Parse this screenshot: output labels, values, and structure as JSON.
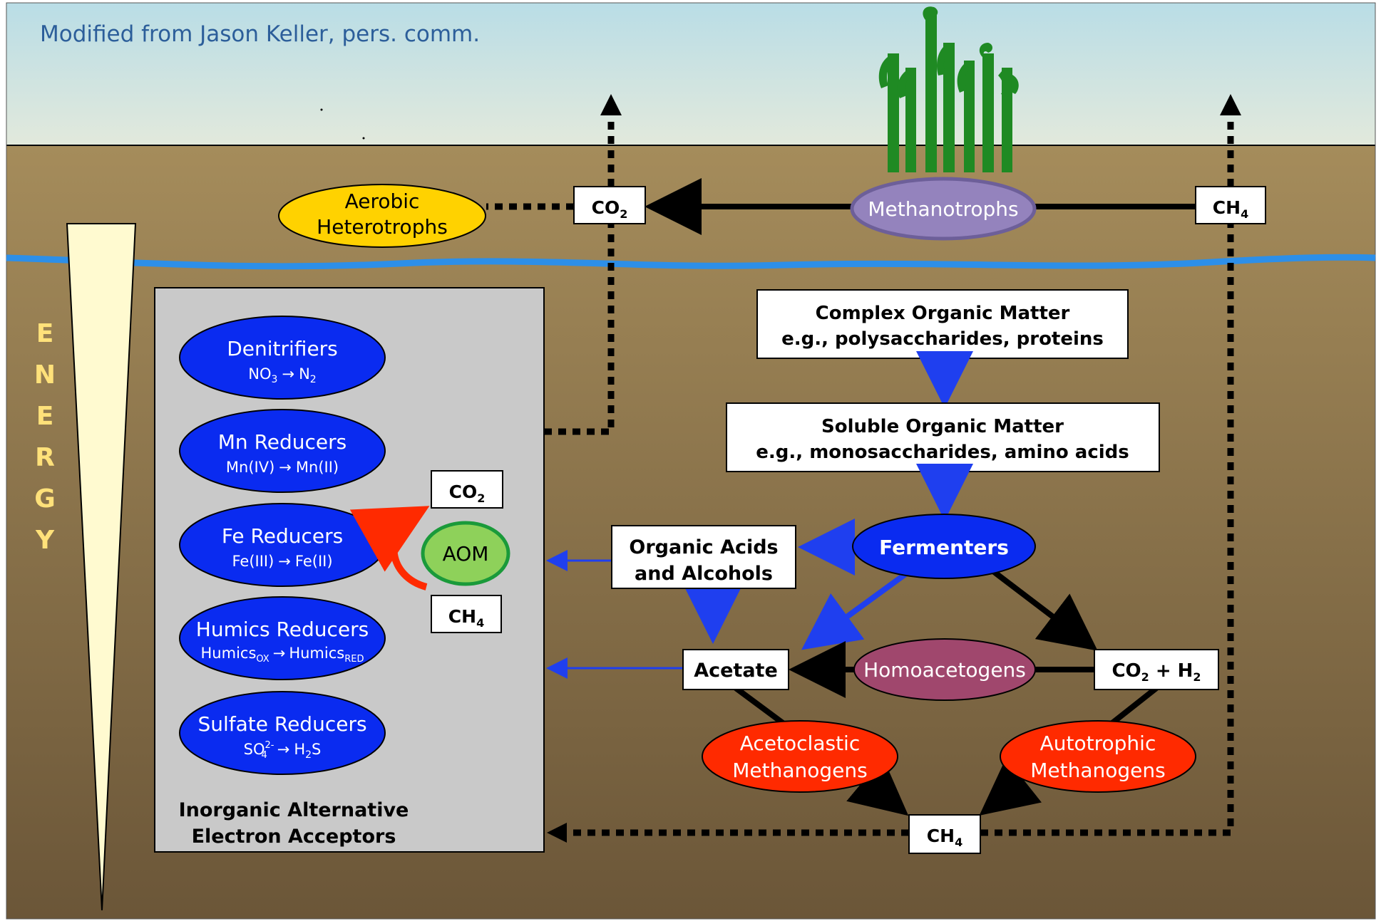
{
  "credit": "Modified from Jason Keller, pers. comm.",
  "energy_label": [
    "E",
    "N",
    "E",
    "R",
    "G",
    "Y"
  ],
  "nodes": {
    "aerobic": [
      "Aerobic",
      "Heterotrophs"
    ],
    "co2_top": {
      "base": "CO",
      "sub": "2"
    },
    "methanotrophs": "Methanotrophs",
    "ch4_top": {
      "base": "CH",
      "sub": "4"
    },
    "complex_om": [
      "Complex Organic Matter",
      "e.g., polysaccharides, proteins"
    ],
    "soluble_om": [
      "Soluble Organic Matter",
      "e.g., monosaccharides, amino acids"
    ],
    "fermenters": "Fermenters",
    "organic_acids": [
      "Organic Acids",
      "and Alcohols"
    ],
    "acetate": "Acetate",
    "homoacetogens": "Homoacetogens",
    "co2_h2": {
      "a": "CO",
      "a_sub": "2",
      "b": " + H",
      "b_sub": "2"
    },
    "acetoclastic": [
      "Acetoclastic",
      "Methanogens"
    ],
    "autotrophic": [
      "Autotrophic",
      "Methanogens"
    ],
    "ch4_bottom": {
      "base": "CH",
      "sub": "4"
    },
    "co2_aom": {
      "base": "CO",
      "sub": "2"
    },
    "aom": "AOM",
    "ch4_aom": {
      "base": "CH",
      "sub": "4"
    }
  },
  "reducers": [
    {
      "name": "Denitrifiers",
      "reaction": {
        "from": "NO",
        "from_sub": "3",
        "arrow": "→",
        "to": "N",
        "to_sub": "2"
      }
    },
    {
      "name": "Mn Reducers",
      "reaction": {
        "from": "Mn(IV)",
        "arrow": "→",
        "to": "Mn(II)"
      }
    },
    {
      "name": "Fe Reducers",
      "reaction": {
        "from": "Fe(III)",
        "arrow": "→",
        "to": "Fe(II)"
      }
    },
    {
      "name": "Humics Reducers",
      "reaction": {
        "from": "Humics",
        "from_sub": "OX",
        "arrow": "→",
        "to": "Humics",
        "to_sub": "RED"
      }
    },
    {
      "name": "Sulfate Reducers",
      "reaction": {
        "from": "SO",
        "from_sub": "4",
        "from_sup": "2-",
        "arrow": "→",
        "to": "H",
        "to_sub": "2",
        "to_tail": "S"
      }
    }
  ],
  "acceptor_box": [
    "Inorganic Alternative",
    "Electron Acceptors"
  ],
  "colors": {
    "sky_top": "#b9dde6",
    "sky_bottom": "#e2e9dc",
    "soil_top": "#a58c5b",
    "soil_bottom": "#6b5638",
    "water_line": "#2d8fe8",
    "blue_node": "#0a2bf0",
    "blue_arrow": "#1f3fef",
    "red_node": "#ff2a00",
    "purple_node": "#9483bd",
    "homo_node": "#a0476d",
    "yellow_node": "#ffd200",
    "aom_fill": "#8ed15a",
    "credit_text": "#2c5e9a",
    "energy_text": "#ffe17a",
    "plant": "#1f8a23"
  }
}
